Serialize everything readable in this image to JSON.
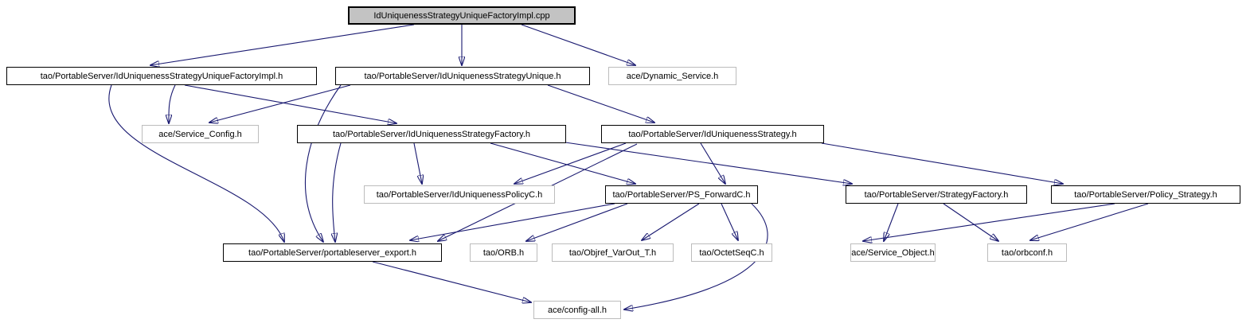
{
  "graph": {
    "type": "include-dependency-graph",
    "colors": {
      "edge": "#191970",
      "focus_node_fill": "#c3c3c3",
      "internal_node_border": "#000000",
      "external_node_border": "#bcbcbc",
      "background": "#ffffff"
    },
    "nodes": {
      "cpp": {
        "label": "IdUniquenessStrategyUniqueFactoryImpl.cpp",
        "type": "focus"
      },
      "factory_impl_h": {
        "label": "tao/PortableServer/IdUniquenessStrategyUniqueFactoryImpl.h",
        "type": "internal"
      },
      "strategy_unique_h": {
        "label": "tao/PortableServer/IdUniquenessStrategyUnique.h",
        "type": "internal"
      },
      "dynamic_service": {
        "label": "ace/Dynamic_Service.h",
        "type": "external"
      },
      "service_config": {
        "label": "ace/Service_Config.h",
        "type": "external"
      },
      "strategy_factory_h": {
        "label": "tao/PortableServer/IdUniquenessStrategyFactory.h",
        "type": "internal"
      },
      "strategy_h": {
        "label": "tao/PortableServer/IdUniquenessStrategy.h",
        "type": "internal"
      },
      "policy_c": {
        "label": "tao/PortableServer/IdUniquenessPolicyC.h",
        "type": "external"
      },
      "ps_forward": {
        "label": "tao/PortableServer/PS_ForwardC.h",
        "type": "internal"
      },
      "strategyfactory": {
        "label": "tao/PortableServer/StrategyFactory.h",
        "type": "internal"
      },
      "policy_strategy": {
        "label": "tao/PortableServer/Policy_Strategy.h",
        "type": "internal"
      },
      "export": {
        "label": "tao/PortableServer/portableserver_export.h",
        "type": "internal"
      },
      "orb": {
        "label": "tao/ORB.h",
        "type": "external"
      },
      "objref": {
        "label": "tao/Objref_VarOut_T.h",
        "type": "external"
      },
      "octetseq": {
        "label": "tao/OctetSeqC.h",
        "type": "external"
      },
      "service_object": {
        "label": "ace/Service_Object.h",
        "type": "external"
      },
      "orbconf": {
        "label": "tao/orbconf.h",
        "type": "external"
      },
      "config_all": {
        "label": "ace/config-all.h",
        "type": "external"
      }
    },
    "edges": [
      {
        "from": "cpp",
        "to": "factory_impl_h"
      },
      {
        "from": "cpp",
        "to": "strategy_unique_h"
      },
      {
        "from": "cpp",
        "to": "dynamic_service"
      },
      {
        "from": "factory_impl_h",
        "to": "service_config"
      },
      {
        "from": "factory_impl_h",
        "to": "strategy_factory_h"
      },
      {
        "from": "factory_impl_h",
        "to": "export"
      },
      {
        "from": "strategy_unique_h",
        "to": "service_config"
      },
      {
        "from": "strategy_unique_h",
        "to": "strategy_h"
      },
      {
        "from": "strategy_unique_h",
        "to": "export"
      },
      {
        "from": "strategy_factory_h",
        "to": "policy_c"
      },
      {
        "from": "strategy_factory_h",
        "to": "ps_forward"
      },
      {
        "from": "strategy_factory_h",
        "to": "strategyfactory"
      },
      {
        "from": "strategy_factory_h",
        "to": "export"
      },
      {
        "from": "strategy_h",
        "to": "policy_c"
      },
      {
        "from": "strategy_h",
        "to": "ps_forward"
      },
      {
        "from": "strategy_h",
        "to": "policy_strategy"
      },
      {
        "from": "strategy_h",
        "to": "export"
      },
      {
        "from": "ps_forward",
        "to": "export"
      },
      {
        "from": "ps_forward",
        "to": "orb"
      },
      {
        "from": "ps_forward",
        "to": "objref"
      },
      {
        "from": "ps_forward",
        "to": "octetseq"
      },
      {
        "from": "ps_forward",
        "to": "config_all"
      },
      {
        "from": "strategyfactory",
        "to": "service_object"
      },
      {
        "from": "strategyfactory",
        "to": "orbconf"
      },
      {
        "from": "policy_strategy",
        "to": "service_object"
      },
      {
        "from": "policy_strategy",
        "to": "orbconf"
      },
      {
        "from": "export",
        "to": "config_all"
      }
    ]
  }
}
